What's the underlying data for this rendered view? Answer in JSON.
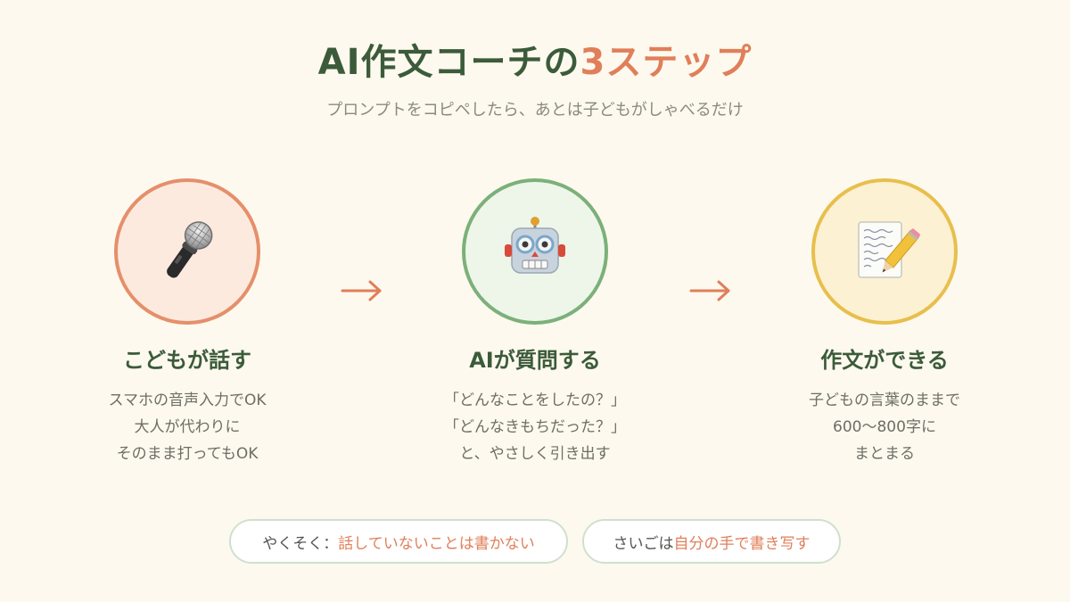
{
  "header": {
    "title_main": "AI作文コーチの",
    "title_accent": "3ステップ",
    "subtitle": "プロンプトをコピペしたら、あとは子どもがしゃべるだけ"
  },
  "steps": [
    {
      "icon": "microphone-icon",
      "heading": "こどもが話す",
      "lines": [
        "スマホの音声入力でOK",
        "大人が代わりに",
        "そのまま打ってもOK"
      ]
    },
    {
      "icon": "robot-icon",
      "heading": "AIが質問する",
      "lines": [
        "「どんなことをしたの？」",
        "「どんなきもちだった？」",
        "と、やさしく引き出す"
      ]
    },
    {
      "icon": "memo-pencil-icon",
      "heading": "作文ができる",
      "lines": [
        "子どもの言葉のままで",
        "600〜800字に",
        "まとまる"
      ]
    }
  ],
  "rules": [
    {
      "label": "やくそく：",
      "text": "話していないことは書かない"
    },
    {
      "label": "さいごは",
      "text": "自分の手で書き写す"
    }
  ],
  "colors": {
    "accent": "#e07f5a",
    "primary_text": "#3b5b3a",
    "step1_border": "#e58f6b",
    "step2_border": "#7cb07a",
    "step3_border": "#e8bf4d",
    "background": "#fdf9ee"
  }
}
